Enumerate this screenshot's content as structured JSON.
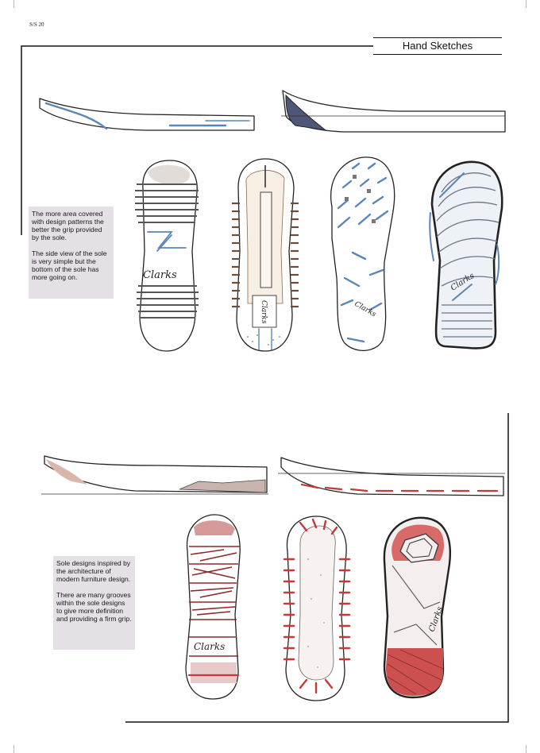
{
  "header": {
    "season": "S/S 20",
    "title": "Hand Sketches"
  },
  "notes": {
    "top": {
      "p1": "The more area covered with design patterns the better the grip provided by the sole.",
      "p2": "The side view of the sole is very simple but the bottom of the sole has more going on."
    },
    "bottom": {
      "p1": "Sole designs inspired by the architecture of modern furniture design.",
      "p2": "There are many grooves within the sole designs to give more definition and providing a firm grip."
    }
  },
  "logos": {
    "brand": "Clarks"
  },
  "colors": {
    "accent_blue": "#5a86b6",
    "accent_red": "#c43a3a",
    "note_bg": "#e4e0e5"
  }
}
